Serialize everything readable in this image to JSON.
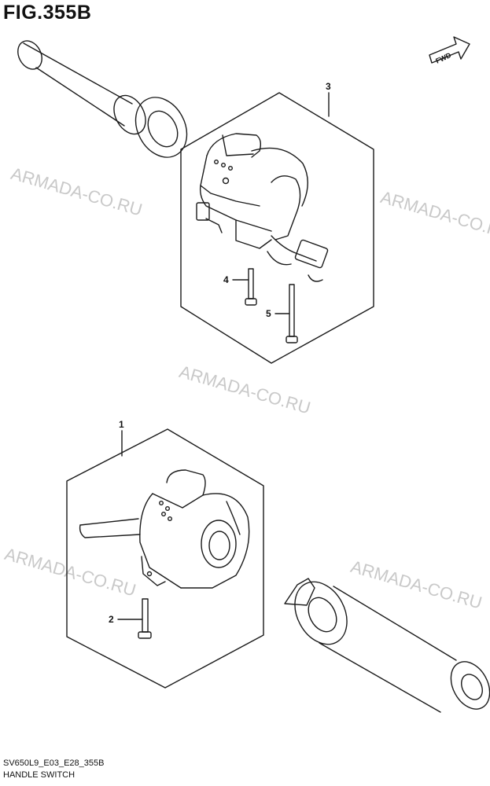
{
  "figure": {
    "title": "FIG.355B",
    "footer_code": "SV650L9_E03_E28_355B",
    "footer_name": "HANDLE SWITCH"
  },
  "fwd_badge": "FWD",
  "watermark": "ARMADA-CO.RU",
  "callouts": [
    "1",
    "2",
    "3",
    "4",
    "5"
  ],
  "colors": {
    "line": "#1a1a1a",
    "watermark": "#c9c9c9",
    "background": "#ffffff"
  }
}
